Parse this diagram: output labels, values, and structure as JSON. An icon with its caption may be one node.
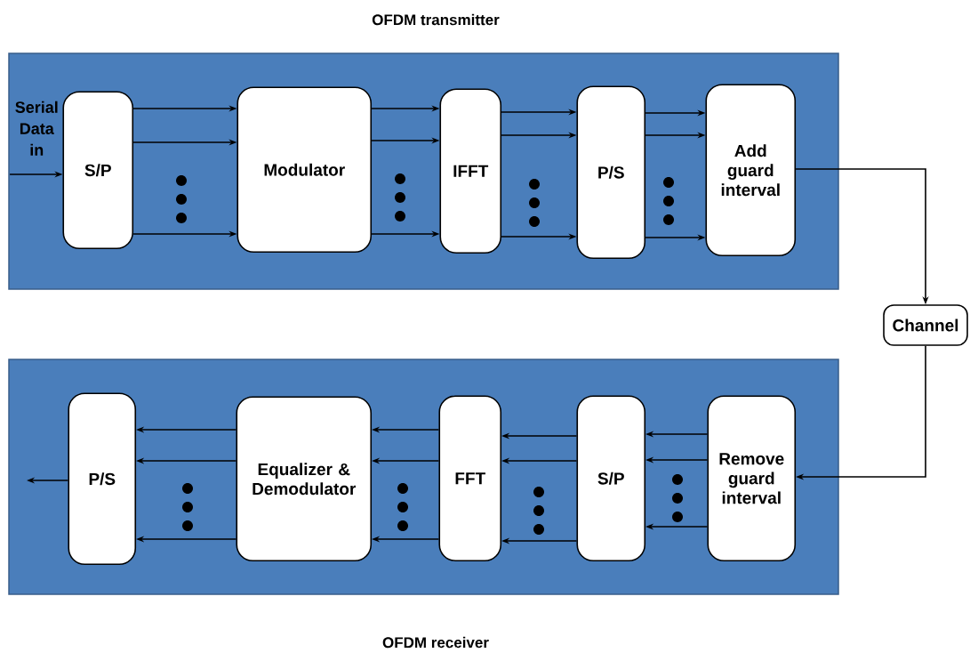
{
  "diagram": {
    "nodes": [
      {
        "text": [
          "OFDM transmitter"
        ]
      },
      {
        "text": [
          "Serial Data in"
        ],
        "in": 0
      },
      {
        "text": [
          "S/P"
        ],
        "in": 0
      },
      {
        "text": [
          "Modulator"
        ],
        "in": 0
      },
      {
        "text": [
          "IFFT"
        ],
        "in": 0
      },
      {
        "text": [
          "P/S"
        ],
        "in": 0
      },
      {
        "text": [
          "Add guard interval"
        ],
        "in": 0
      },
      {
        "text": [
          "Channel"
        ]
      },
      {
        "text": [
          "OFDM receiver"
        ]
      },
      {
        "text": [
          "P/S"
        ],
        "in": 8
      },
      {
        "text": [
          "Equalizer & Demodulator"
        ],
        "in": 8
      },
      {
        "text": [
          "FFT"
        ],
        "in": 8
      },
      {
        "text": [
          "S/P"
        ],
        "in": 8
      },
      {
        "text": [
          "Remove guard interval"
        ],
        "in": 8
      }
    ],
    "edges": [
      {
        "from": 1,
        "to": 2,
        "arrow": "to"
      },
      {
        "from": 2,
        "to": 3,
        "arrow": "to"
      },
      {
        "from": 2,
        "to": 3,
        "arrow": "to"
      },
      {
        "from": 2,
        "to": 3,
        "arrow": "to"
      },
      {
        "from": 3,
        "to": 4,
        "arrow": "to"
      },
      {
        "from": 3,
        "to": 4,
        "arrow": "to"
      },
      {
        "from": 3,
        "to": 4,
        "arrow": "to"
      },
      {
        "from": 4,
        "to": 5,
        "arrow": "to"
      },
      {
        "from": 4,
        "to": 5,
        "arrow": "to"
      },
      {
        "from": 4,
        "to": 5,
        "arrow": "to"
      },
      {
        "from": 5,
        "to": 6,
        "arrow": "to"
      },
      {
        "from": 5,
        "to": 6,
        "arrow": "to"
      },
      {
        "from": 5,
        "to": 6,
        "arrow": "to"
      },
      {
        "from": 6,
        "to": 7,
        "arrow": "to"
      },
      {
        "from": 7,
        "to": 13,
        "arrow": "to"
      },
      {
        "from": 13,
        "to": 12,
        "arrow": "to"
      },
      {
        "from": 13,
        "to": 12,
        "arrow": "to"
      },
      {
        "from": 13,
        "to": 12,
        "arrow": "to"
      },
      {
        "from": 12,
        "to": 11,
        "arrow": "to"
      },
      {
        "from": 12,
        "to": 11,
        "arrow": "to"
      },
      {
        "from": 12,
        "to": 11,
        "arrow": "to"
      },
      {
        "from": 11,
        "to": 10,
        "arrow": "to"
      },
      {
        "from": 11,
        "to": 10,
        "arrow": "to"
      },
      {
        "from": 11,
        "to": 10,
        "arrow": "to"
      },
      {
        "from": 10,
        "to": 9,
        "arrow": "to"
      },
      {
        "from": 10,
        "to": 9,
        "arrow": "to"
      },
      {
        "from": 10,
        "to": 9,
        "arrow": "to"
      },
      {
        "from": 9,
        "to": null,
        "arrow": "to"
      }
    ]
  }
}
